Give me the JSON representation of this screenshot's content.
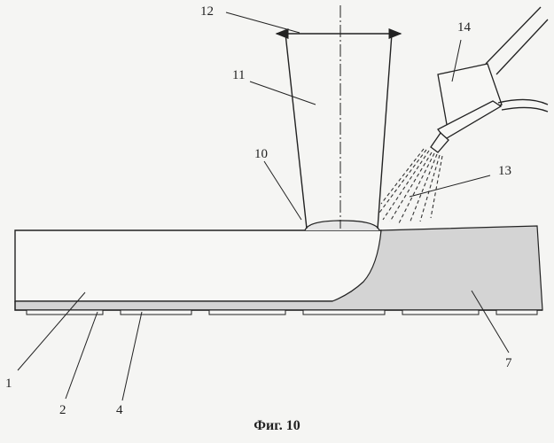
{
  "labels": {
    "l1": "1",
    "l2": "2",
    "l4": "4",
    "l7": "7",
    "l10": "10",
    "l11": "11",
    "l12": "12",
    "l13": "13",
    "l14": "14"
  },
  "caption": "Фиг. 10",
  "colors": {
    "stroke": "#222222",
    "deposit_fill": "#d4d4d4",
    "background": "#f5f5f3",
    "substrate_fill": "#f7f7f5"
  }
}
